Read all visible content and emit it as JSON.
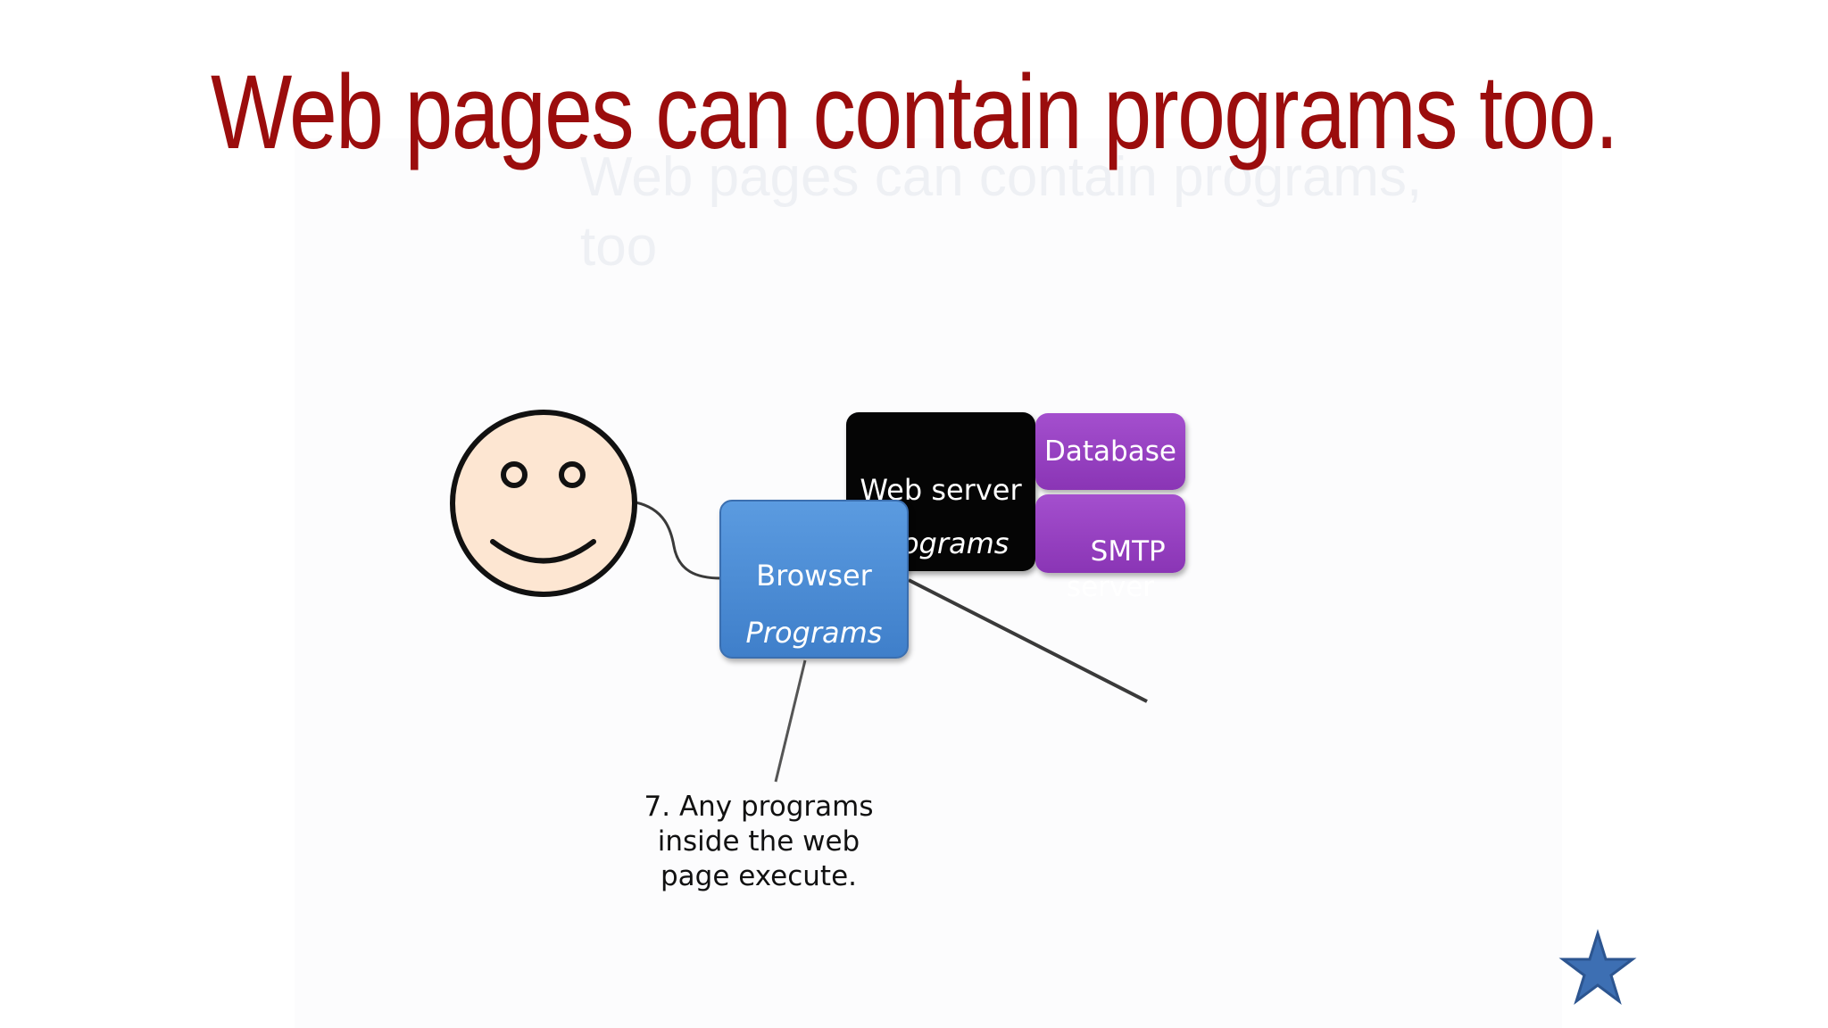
{
  "slide": {
    "title": "Web pages can contain programs too.",
    "ghost_title": "Web pages can contain programs,\ntoo"
  },
  "diagram": {
    "user_icon": "smiley-face-icon",
    "nav_icon": "star-icon",
    "web_server": {
      "label": "Web server",
      "sublabel": "Programs",
      "color": "#050505"
    },
    "database": {
      "label": "Database",
      "color": "#9a45c4"
    },
    "smtp": {
      "label": "SMTP\nserver",
      "color": "#9a45c4"
    },
    "browser": {
      "label": "Browser",
      "sublabel": "Programs",
      "color": "#4a8ad6"
    },
    "annotation": "7. Any programs\ninside the web\npage execute."
  },
  "colors": {
    "title": "#9b0d0d",
    "face_fill": "#fde6d2",
    "star": "#3d6fb3"
  }
}
